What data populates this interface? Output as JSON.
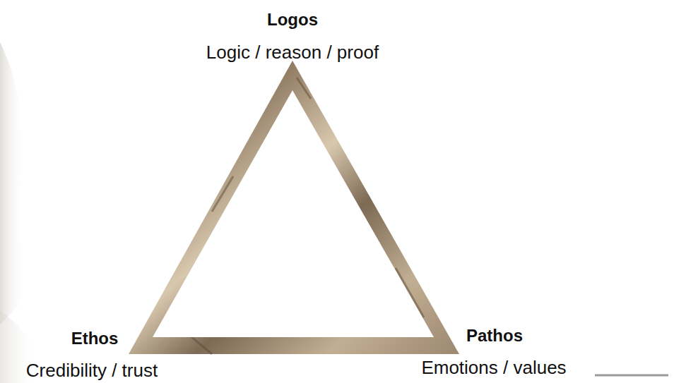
{
  "diagram": {
    "labels": [
      "Logos",
      "Logic / reason / proof",
      "Ethos",
      "Credibility / trust",
      "Pathos",
      "Emotions / values"
    ]
  }
}
